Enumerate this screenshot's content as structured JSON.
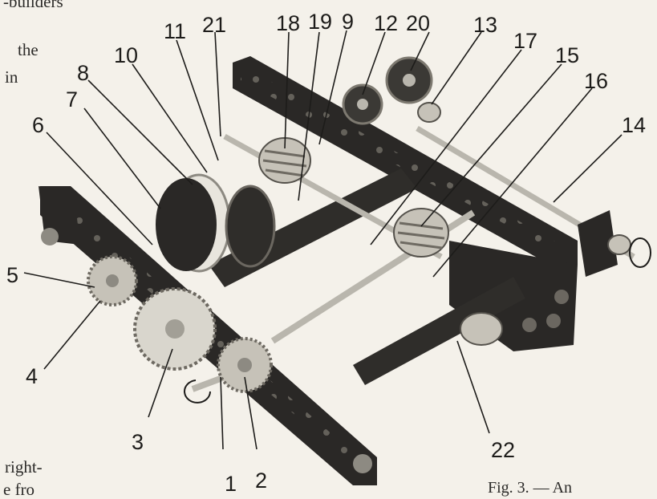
{
  "page_text": {
    "fragment_1": "-builders",
    "fragment_2": "the",
    "fragment_3": "in",
    "fragment_4": "right-",
    "fragment_5": "e fro"
  },
  "caption": "Fig. 3. — An",
  "callouts": [
    "1",
    "2",
    "3",
    "4",
    "5",
    "6",
    "7",
    "8",
    "9",
    "10",
    "11",
    "12",
    "13",
    "14",
    "15",
    "16",
    "17",
    "18",
    "19",
    "20",
    "21",
    "22"
  ],
  "colors": {
    "paper": "#f4f1ea",
    "plate": "#2a2826",
    "metal": "#b9b6ad",
    "ink": "#1d1c1a"
  }
}
